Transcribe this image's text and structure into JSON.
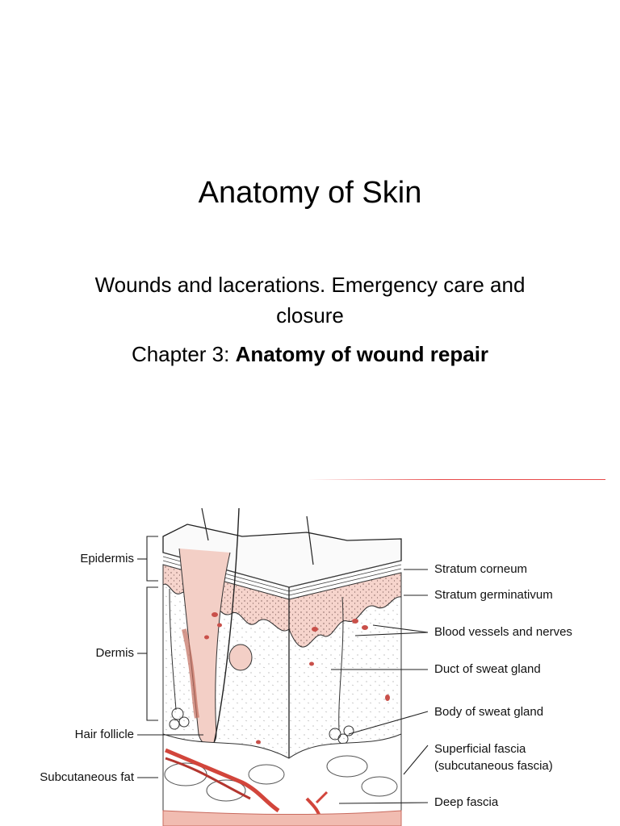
{
  "slide": {
    "title": "Anatomy of Skin",
    "subtitle_line1": "Wounds and lacerations. Emergency care and",
    "subtitle_line2": "closure",
    "chapter_prefix": "Chapter 3: ",
    "chapter_bold": "Anatomy of wound repair"
  },
  "figure": {
    "left_labels": {
      "epidermis": "Epidermis",
      "dermis": "Dermis",
      "hair_follicle": "Hair follicle",
      "subcutaneous_fat": "Subcutaneous fat"
    },
    "right_labels": {
      "stratum_corneum": "Stratum corneum",
      "stratum_germinativum": "Stratum germinativum",
      "blood_vessels": "Blood vessels and nerves",
      "duct": "Duct of sweat gland",
      "body_sweat_gland": "Body of sweat gland",
      "superficial_fascia_1": "Superficial fascia",
      "superficial_fascia_2": "(subcutaneous fascia)",
      "deep_fascia": "Deep fascia"
    },
    "colors": {
      "epidermis_pink": "#f6d4cc",
      "vessel_red": "#d2453b",
      "fat_pink": "#f1bcb1",
      "accent_rule": "#e84a4a"
    }
  }
}
